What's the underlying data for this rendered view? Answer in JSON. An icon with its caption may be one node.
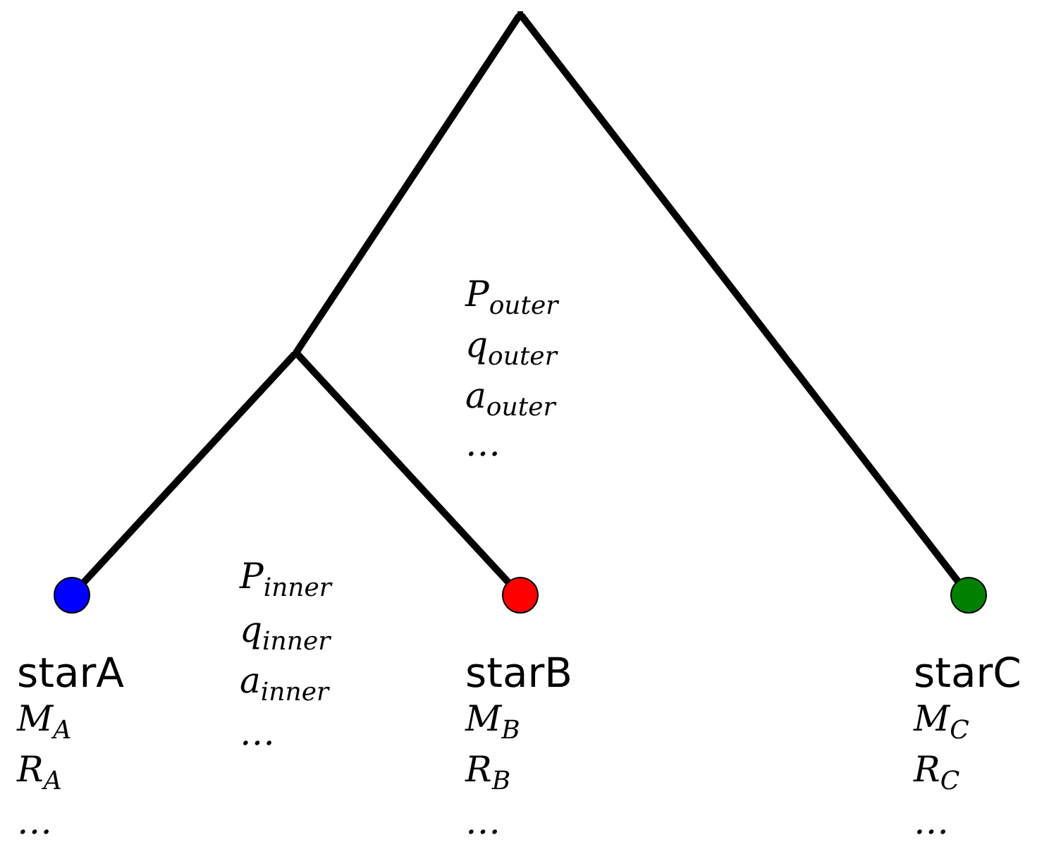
{
  "diagram": {
    "nodes": [
      {
        "text": [],
        "shape": "point"
      },
      {
        "text": [],
        "shape": "point"
      },
      {
        "text": [],
        "shape": "circle",
        "beside": [
          "starA",
          "M$_{A}$",
          "R$_{A}$",
          "…"
        ]
      },
      {
        "text": [],
        "shape": "circle",
        "beside": [
          "starB",
          "M$_{B}$",
          "R$_{B}$",
          "…"
        ]
      },
      {
        "text": [],
        "shape": "circle",
        "beside": [
          "starC",
          "M$_{C}$",
          "R$_{C}$",
          "…"
        ]
      }
    ],
    "edges": [
      {
        "from": 0,
        "to": 1,
        "arrow": "none"
      },
      {
        "from": 1,
        "to": 2,
        "arrow": "none"
      },
      {
        "from": 1,
        "to": 3,
        "arrow": "none"
      },
      {
        "from": 0,
        "to": 4,
        "arrow": "none"
      }
    ],
    "labels": [
      "P$_{outer}$",
      "q$_{outer}$",
      "a$_{outer}$",
      "…",
      "P$_{inner}$",
      "q$_{inner}$",
      "a$_{inner}$",
      "…"
    ]
  }
}
